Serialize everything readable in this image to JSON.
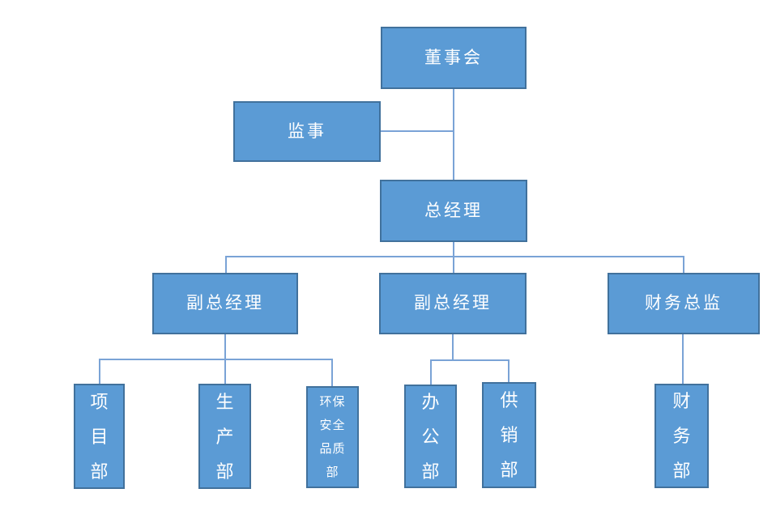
{
  "diagram": {
    "type": "org-chart",
    "background": "#ffffff",
    "colors": {
      "node_fill": "#5b9bd5",
      "node_border": "#41719c",
      "connector": "#7aa3d6",
      "label_text": "#ffffff"
    },
    "nodes": {
      "board": {
        "label": "董事会"
      },
      "supervisor": {
        "label": "监事"
      },
      "general_manager": {
        "label": "总经理"
      },
      "deputy_gm_left": {
        "label": "副总经理"
      },
      "deputy_gm_mid": {
        "label": "副总经理"
      },
      "finance_director": {
        "label": "财务总监"
      },
      "project_dept": {
        "label": "项\n目\n部"
      },
      "production_dept": {
        "label": "生\n产\n部"
      },
      "ehs_quality_dept": {
        "label": "环保\n安全\n品质\n部"
      },
      "office_dept": {
        "label": "办\n公\n部"
      },
      "supply_sales_dept": {
        "label": "供\n销\n部"
      },
      "finance_dept": {
        "label": "财\n务\n部"
      }
    },
    "edges": [
      {
        "from": "board",
        "to": "supervisor"
      },
      {
        "from": "board",
        "to": "general_manager"
      },
      {
        "from": "general_manager",
        "to": "deputy_gm_left"
      },
      {
        "from": "general_manager",
        "to": "deputy_gm_mid"
      },
      {
        "from": "general_manager",
        "to": "finance_director"
      },
      {
        "from": "deputy_gm_left",
        "to": "project_dept"
      },
      {
        "from": "deputy_gm_left",
        "to": "production_dept"
      },
      {
        "from": "deputy_gm_left",
        "to": "ehs_quality_dept"
      },
      {
        "from": "deputy_gm_mid",
        "to": "office_dept"
      },
      {
        "from": "deputy_gm_mid",
        "to": "supply_sales_dept"
      },
      {
        "from": "finance_director",
        "to": "finance_dept"
      }
    ]
  }
}
